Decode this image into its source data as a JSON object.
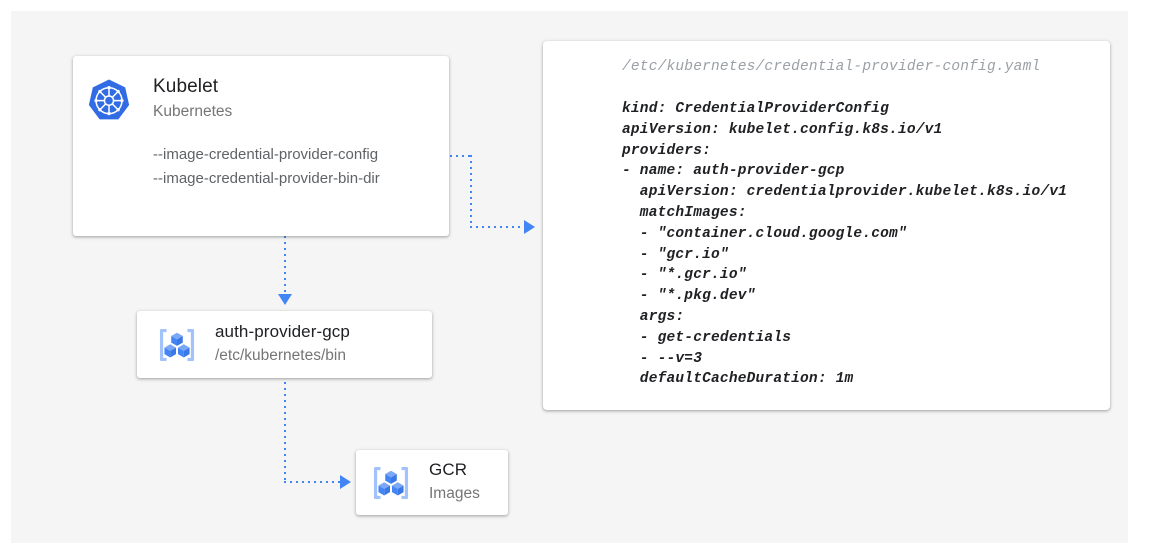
{
  "canvas": {
    "background": "#f5f5f5",
    "page_background": "#ffffff"
  },
  "colors": {
    "accent_blue": "#4285f4",
    "k8s_blue": "#326ce5",
    "gcp_icon_blue": "#4285f4",
    "gcp_icon_light": "#a1c2fa",
    "title_text": "#202124",
    "sub_text": "#757575",
    "flag_text": "#5f6368",
    "path_text": "#9aa0a6"
  },
  "kubelet_card": {
    "title": "Kubelet",
    "subtitle": "Kubernetes",
    "icon": "kubernetes-logo-icon",
    "flags": [
      "--image-credential-provider-config",
      "--image-credential-provider-bin-dir"
    ]
  },
  "auth_provider_card": {
    "title": "auth-provider-gcp",
    "subtitle": "/etc/kubernetes/bin",
    "icon": "gcp-container-registry-icon"
  },
  "gcr_card": {
    "title": "GCR",
    "subtitle": "Images",
    "icon": "gcp-container-registry-icon"
  },
  "yaml_card": {
    "path": "/etc/kubernetes/credential-provider-config.yaml",
    "content": "kind: CredentialProviderConfig\napiVersion: kubelet.config.k8s.io/v1\nproviders:\n- name: auth-provider-gcp\n  apiVersion: credentialprovider.kubelet.k8s.io/v1\n  matchImages:\n  - \"container.cloud.google.com\"\n  - \"gcr.io\"\n  - \"*.gcr.io\"\n  - \"*.pkg.dev\"\n  args:\n  - get-credentials\n  - --v=3\n  defaultCacheDuration: 1m"
  },
  "connectors": [
    {
      "name": "kubelet-to-config",
      "from": "kubelet-card",
      "to": "yaml-card",
      "style": "dotted",
      "arrow": "right"
    },
    {
      "name": "kubelet-to-auth-provider",
      "from": "kubelet-card",
      "to": "authprovider-card",
      "style": "dotted",
      "arrow": "down"
    },
    {
      "name": "auth-provider-to-gcr",
      "from": "authprovider-card",
      "to": "gcr-card",
      "style": "dotted",
      "arrow": "right"
    }
  ]
}
